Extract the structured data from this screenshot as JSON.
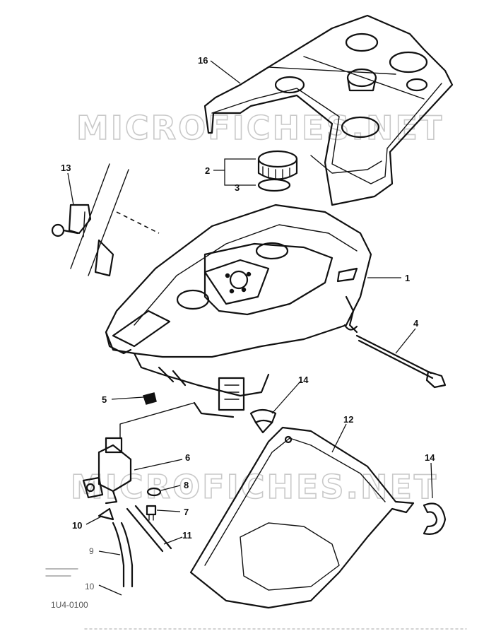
{
  "watermark": {
    "top": "MICROFICHES.NET",
    "bottom": "MICROFICHES.NET"
  },
  "callouts": {
    "c1": "1",
    "c2": "2",
    "c3": "3",
    "c4": "4",
    "c5": "5",
    "c6": "6",
    "c7": "7",
    "c8": "8",
    "c9": "9",
    "c10a": "10",
    "c10b": "10",
    "c11": "11",
    "c12": "12",
    "c13": "13",
    "c14a": "14",
    "c14b": "14",
    "c16": "16"
  },
  "footer_code": "1U4-0100"
}
